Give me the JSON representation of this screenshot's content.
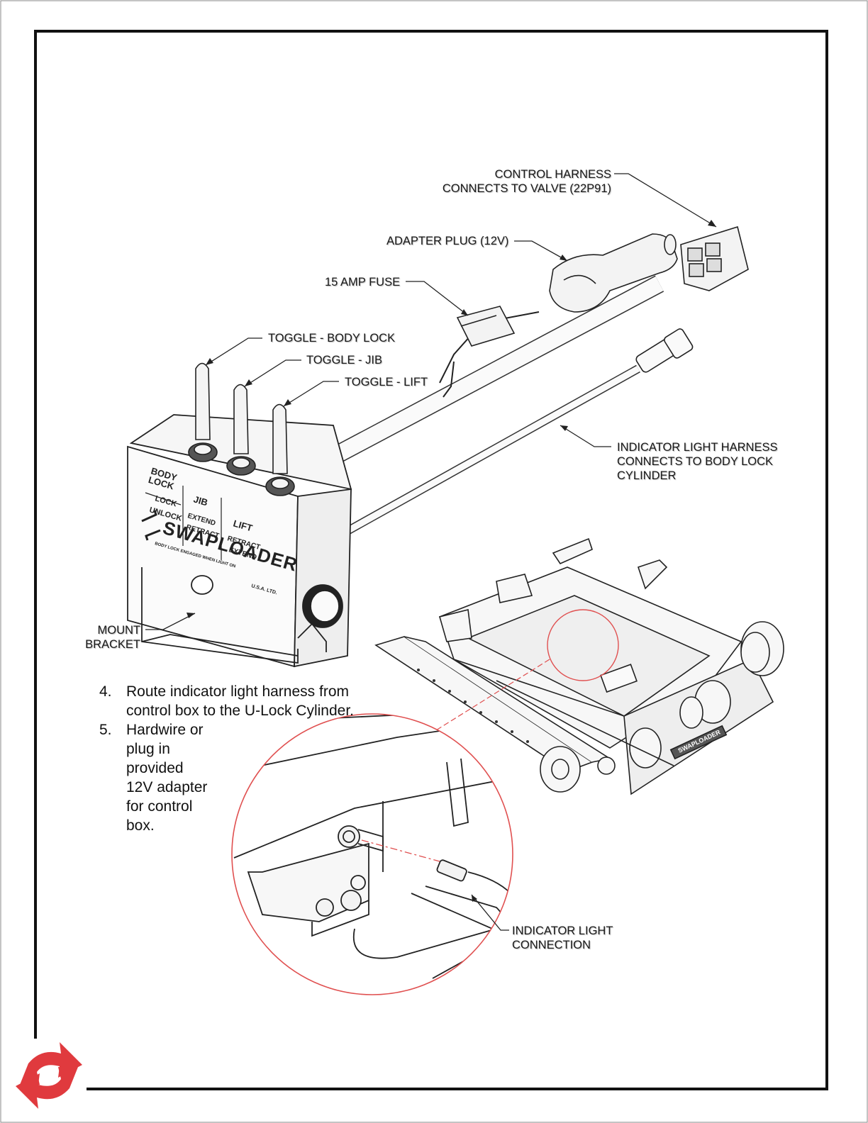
{
  "labels": {
    "control_harness": "CONTROL HARNESS\nCONNECTS TO VALVE (22P91)",
    "adapter_plug": "ADAPTER PLUG (12V)",
    "fuse": "15 AMP FUSE",
    "toggle_body_lock": "TOGGLE - BODY LOCK",
    "toggle_jib": "TOGGLE - JIB",
    "toggle_lift": "TOGGLE - LIFT",
    "indicator_harness": "INDICATOR LIGHT HARNESS\nCONNECTS TO BODY LOCK\nCYLINDER",
    "mount_bracket": "MOUNT\nBRACKET",
    "indicator_connection": "INDICATOR LIGHT\nCONNECTION"
  },
  "control_box": {
    "body_lock": "BODY\nLOCK",
    "lock": "LOCK",
    "unlock": "UNLOCK",
    "jib": "JIB",
    "extend": "EXTEND",
    "retract": "RETRACT",
    "lift": "LIFT",
    "lift_retract": "RETRACT",
    "lift_extend": "EXTEND",
    "brand": "SWAPLOADER",
    "brand_sub": "U.S.A. LTD.",
    "note": "BODY LOCK ENGAGED WHEN LIGHT ON"
  },
  "frame_brand": "SWAPLOADER",
  "instructions": [
    {
      "num": "4.",
      "text": "Route indicator light harness from control box to the U-Lock Cylinder."
    },
    {
      "num": "5.",
      "text": "Hardwire or plug in provided 12V adapter for control box."
    }
  ],
  "colors": {
    "accent_red": "#e03a3e",
    "line": "#222222",
    "callout_circle": "#e05050"
  }
}
